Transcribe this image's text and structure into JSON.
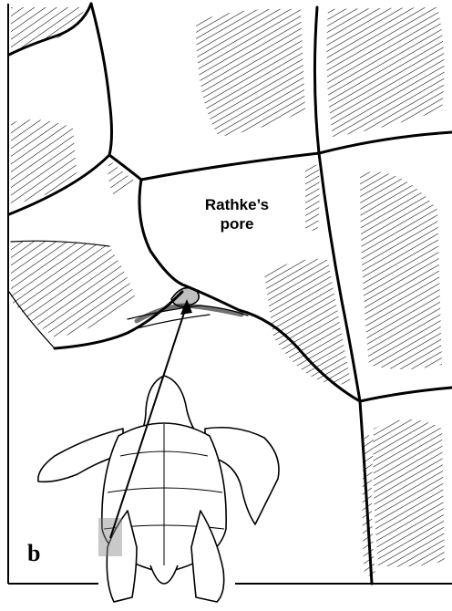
{
  "figure": {
    "panel_letter": "b",
    "callout": {
      "line1": "Rathke’s",
      "line2": "pore"
    }
  }
}
